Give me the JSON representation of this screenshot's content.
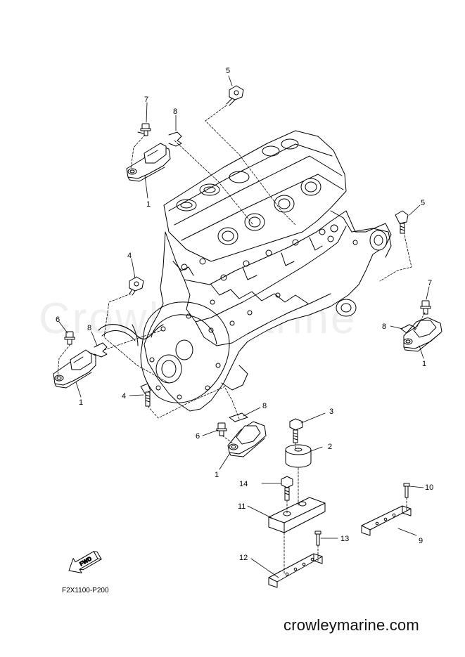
{
  "watermark": "CrowleyMarine",
  "drawing_code": "F2X1100-P200",
  "site_url": "crowleymarine.com",
  "fwd_label": "FWD",
  "callouts": [
    {
      "id": "c5a",
      "text": "5"
    },
    {
      "id": "c7a",
      "text": "7"
    },
    {
      "id": "c8a",
      "text": "8"
    },
    {
      "id": "c1a",
      "text": "1"
    },
    {
      "id": "c5b",
      "text": "5"
    },
    {
      "id": "c4a",
      "text": "4"
    },
    {
      "id": "c7b",
      "text": "7"
    },
    {
      "id": "c6a",
      "text": "6"
    },
    {
      "id": "c8b",
      "text": "8"
    },
    {
      "id": "c8c",
      "text": "8"
    },
    {
      "id": "c1b",
      "text": "1"
    },
    {
      "id": "c1c",
      "text": "1"
    },
    {
      "id": "c4b",
      "text": "4"
    },
    {
      "id": "c8d",
      "text": "8"
    },
    {
      "id": "c3",
      "text": "3"
    },
    {
      "id": "c6b",
      "text": "6"
    },
    {
      "id": "c2",
      "text": "2"
    },
    {
      "id": "c1d",
      "text": "1"
    },
    {
      "id": "c10",
      "text": "10"
    },
    {
      "id": "c14",
      "text": "14"
    },
    {
      "id": "c11",
      "text": "11"
    },
    {
      "id": "c9",
      "text": "9"
    },
    {
      "id": "c13",
      "text": "13"
    },
    {
      "id": "c12",
      "text": "12"
    }
  ]
}
